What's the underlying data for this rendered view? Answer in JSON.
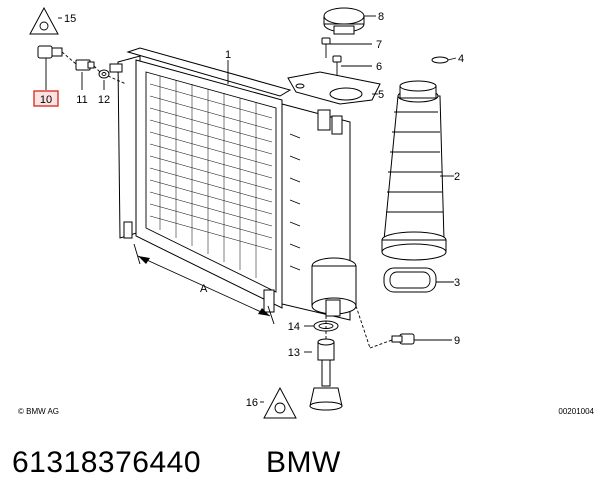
{
  "diagram": {
    "callouts": {
      "c1": "1",
      "c2": "2",
      "c3": "3",
      "c4": "4",
      "c5": "5",
      "c6": "6",
      "c7": "7",
      "c8": "8",
      "c9": "9",
      "c10": "10",
      "c11": "11",
      "c12": "12",
      "c13": "13",
      "c14": "14",
      "c15": "15",
      "c16": "16"
    },
    "highlighted_callout": "10",
    "dimension_label": "A",
    "copyright": "© BMW AG",
    "drawing_number": "00201004"
  },
  "caption": {
    "part_number": "61318376440",
    "brand": "BMW"
  },
  "colors": {
    "highlight": "#d9332b",
    "highlight_fill": "#fbe3e1"
  }
}
